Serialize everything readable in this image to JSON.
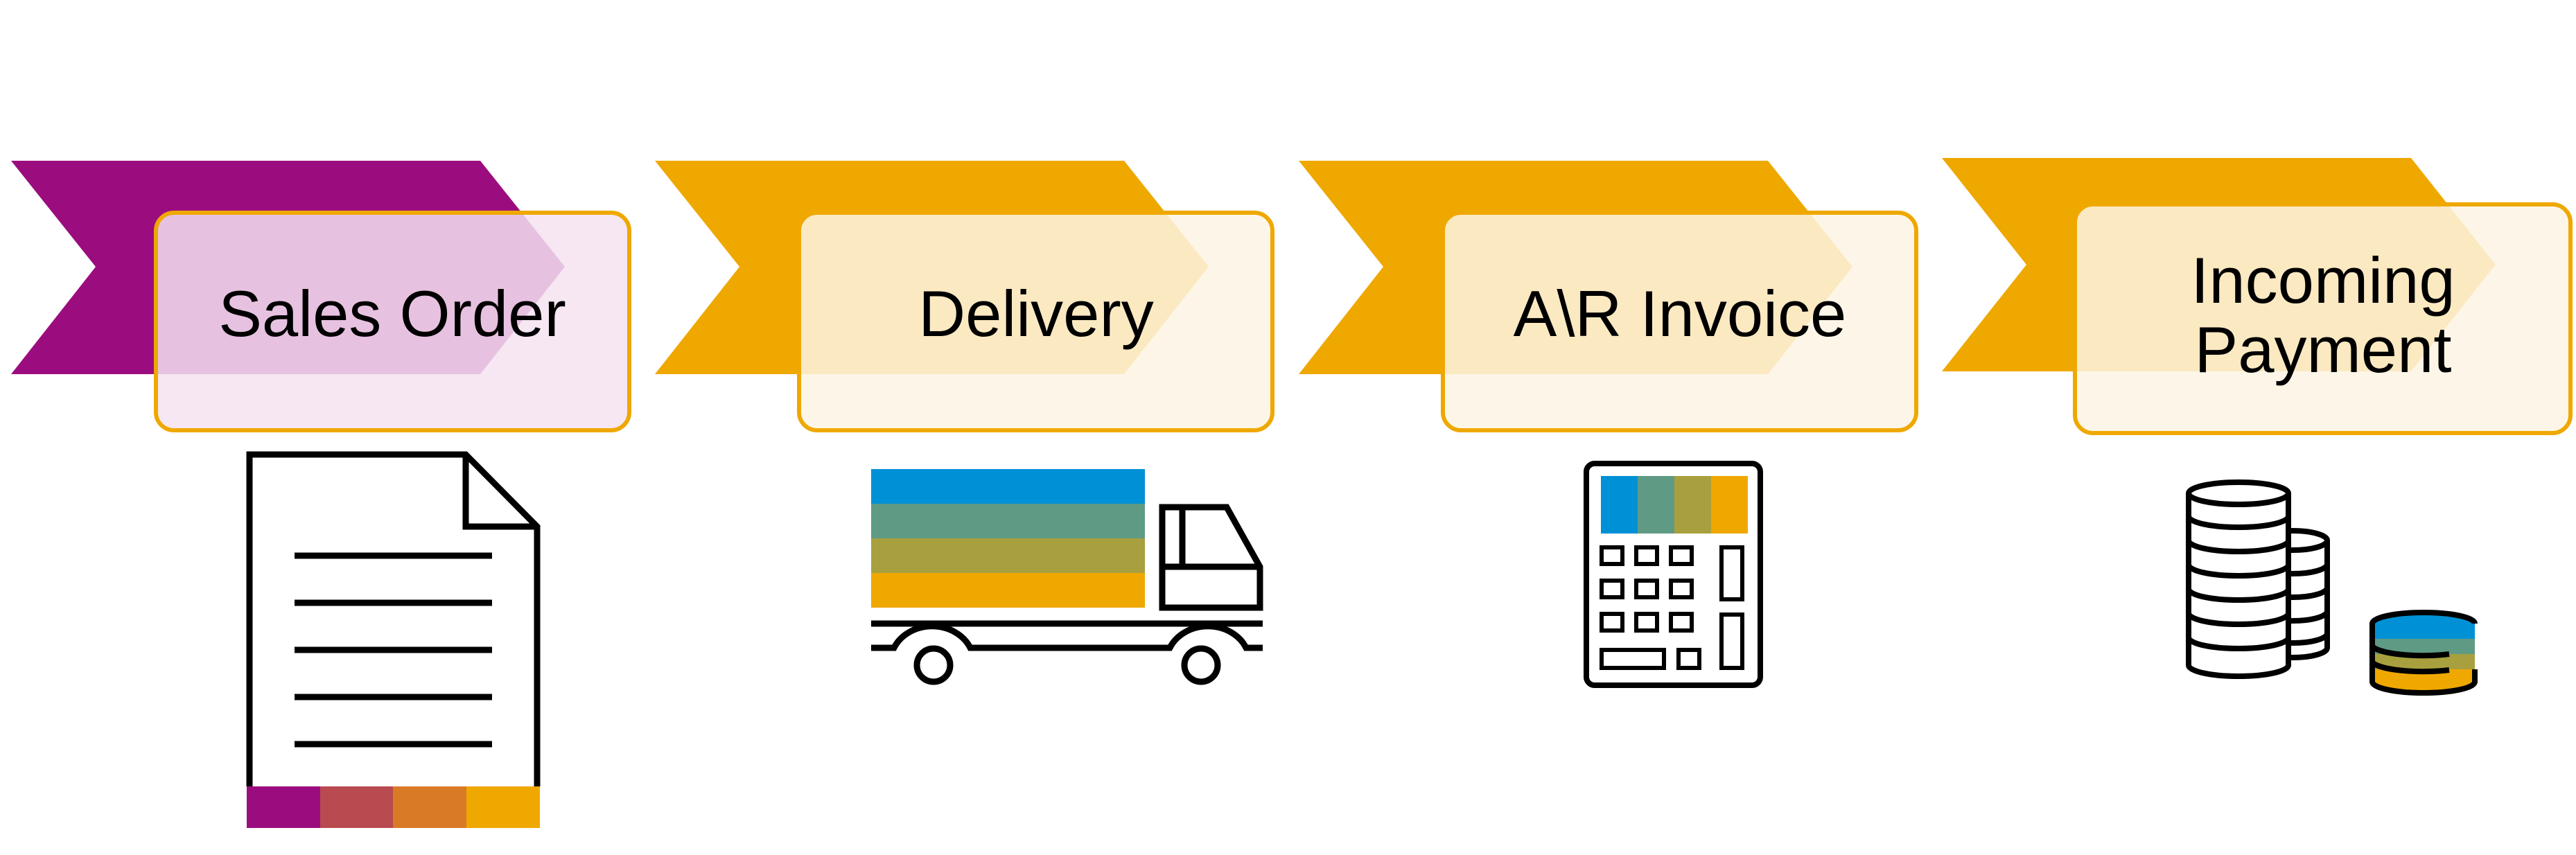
{
  "colors": {
    "sales_order_chevron": "#9B0D7E",
    "step_chevron": "#EFA800",
    "box_border": "#EFA800",
    "sales_order_box_fill": "#F4E3F1",
    "step_box_fill": "#FDF5E4",
    "icon_stroke": "#000000",
    "band_blue": "#0090D5",
    "band_teal": "#5F9B84",
    "band_olive": "#A8A03E",
    "band_gold": "#EFA800",
    "band_purple": "#9B0D7E",
    "band_red": "#B84A50",
    "band_orange": "#D97A26"
  },
  "steps": [
    {
      "id": "sales-order",
      "label_lines": [
        "Sales Order"
      ],
      "icon": "document-icon"
    },
    {
      "id": "delivery",
      "label_lines": [
        "Delivery"
      ],
      "icon": "truck-icon"
    },
    {
      "id": "ar-invoice",
      "label_lines": [
        "A\\R Invoice"
      ],
      "icon": "calculator-icon"
    },
    {
      "id": "incoming-payment",
      "label_lines": [
        "Incoming",
        "Payment"
      ],
      "icon": "coins-icon"
    }
  ]
}
